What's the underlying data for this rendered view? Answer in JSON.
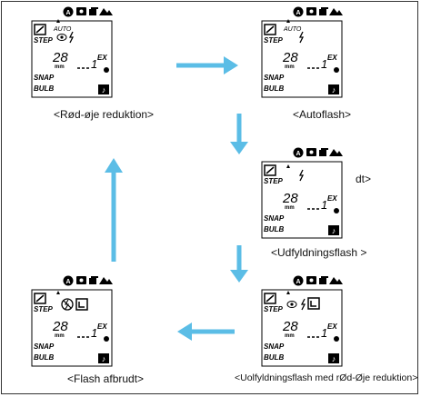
{
  "panels": [
    {
      "id": "red-eye",
      "caption": "<Rød-øje reduktion>",
      "step_label": "STEP",
      "snap_label": "SNAP",
      "bulb_label": "BULB",
      "auto_label": "AUTO",
      "focal_digits": "28",
      "focal_unit": "mm",
      "frame_count": "1",
      "frame_suffix": "EX",
      "icons": [
        "eye-icon",
        "flash-bolt-icon"
      ]
    },
    {
      "id": "autoflash",
      "caption": "<Autoflash>",
      "step_label": "STEP",
      "snap_label": "SNAP",
      "bulb_label": "BULB",
      "auto_label": "AUTO",
      "focal_digits": "28",
      "focal_unit": "mm",
      "frame_count": "1",
      "frame_suffix": "EX",
      "icons": [
        "flash-bolt-icon"
      ]
    },
    {
      "id": "fill-flash",
      "caption": "<Udfyldningsflash >",
      "overlap_text": "dt>",
      "step_label": "STEP",
      "snap_label": "SNAP",
      "bulb_label": "BULB",
      "focal_digits": "28",
      "focal_unit": "mm",
      "frame_count": "1",
      "frame_suffix": "EX",
      "icons": [
        "flash-bolt-icon"
      ]
    },
    {
      "id": "fill-flash-red-eye",
      "caption": "<Uolfyldningsflash med rØd-Øje reduktion>",
      "step_label": "STEP",
      "snap_label": "SNAP",
      "bulb_label": "BULB",
      "focal_digits": "28",
      "focal_unit": "mm",
      "frame_count": "1",
      "frame_suffix": "EX",
      "icons": [
        "eye-icon",
        "flash-bolt-icon",
        "fill-flash-icon"
      ]
    },
    {
      "id": "flash-off",
      "caption": "<Flash afbrudt>",
      "step_label": "STEP",
      "snap_label": "SNAP",
      "bulb_label": "BULB",
      "focal_digits": "28",
      "focal_unit": "mm",
      "frame_count": "1",
      "frame_suffix": "EX",
      "icons": [
        "flash-off-icon",
        "fill-flash-icon"
      ]
    }
  ],
  "colors": {
    "arrow": "#5bbde6",
    "lcd": "#000000"
  }
}
